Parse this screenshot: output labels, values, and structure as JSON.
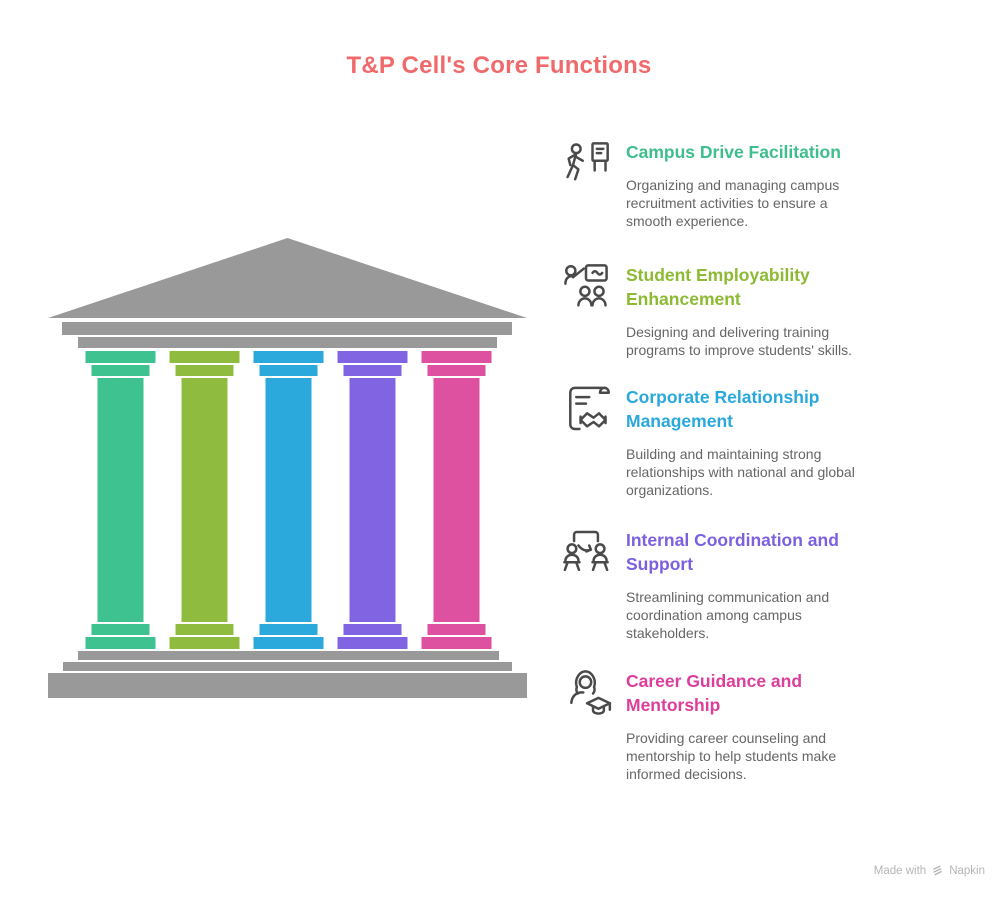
{
  "title": {
    "text": "T&P Cell's Core Functions",
    "color": "#F06A6C"
  },
  "temple": {
    "structure_color": "#999999",
    "pillars": [
      {
        "name": "pillar-campus-drive",
        "color": "#3EC28F"
      },
      {
        "name": "pillar-student-employability",
        "color": "#8FBC3F"
      },
      {
        "name": "pillar-corporate-relationship",
        "color": "#2BA9DC"
      },
      {
        "name": "pillar-internal-coordination",
        "color": "#8164E2"
      },
      {
        "name": "pillar-career-guidance",
        "color": "#DD51A0"
      }
    ]
  },
  "items": [
    {
      "icon": "walking-person-signboard-icon",
      "title": "Campus Drive Facilitation",
      "color": "#3DBE8C",
      "description": "Organizing and managing campus\nrecruitment activities to ensure a\nsmooth experience."
    },
    {
      "icon": "presenter-whiteboard-students-icon",
      "title": "Student Employability\nEnhancement",
      "color": "#8CBA33",
      "description": "Designing and delivering training\nprograms to improve students' skills."
    },
    {
      "icon": "document-handshake-icon",
      "title": "Corporate Relationship\nManagement",
      "color": "#29A8DC",
      "description": "Building and maintaining strong\nrelationships with national and global\norganizations."
    },
    {
      "icon": "seated-people-link-icon",
      "title": "Internal Coordination and\nSupport",
      "color": "#7B61E0",
      "description": "Streamlining communication and\ncoordination among campus\nstakeholders."
    },
    {
      "icon": "person-graduation-cap-icon",
      "title": "Career Guidance and\nMentorship",
      "color": "#DD3D9B",
      "description": "Providing career counseling and\nmentorship to help students make\ninformed decisions."
    }
  ],
  "footer": {
    "made_with": "Made with",
    "brand": "Napkin"
  }
}
